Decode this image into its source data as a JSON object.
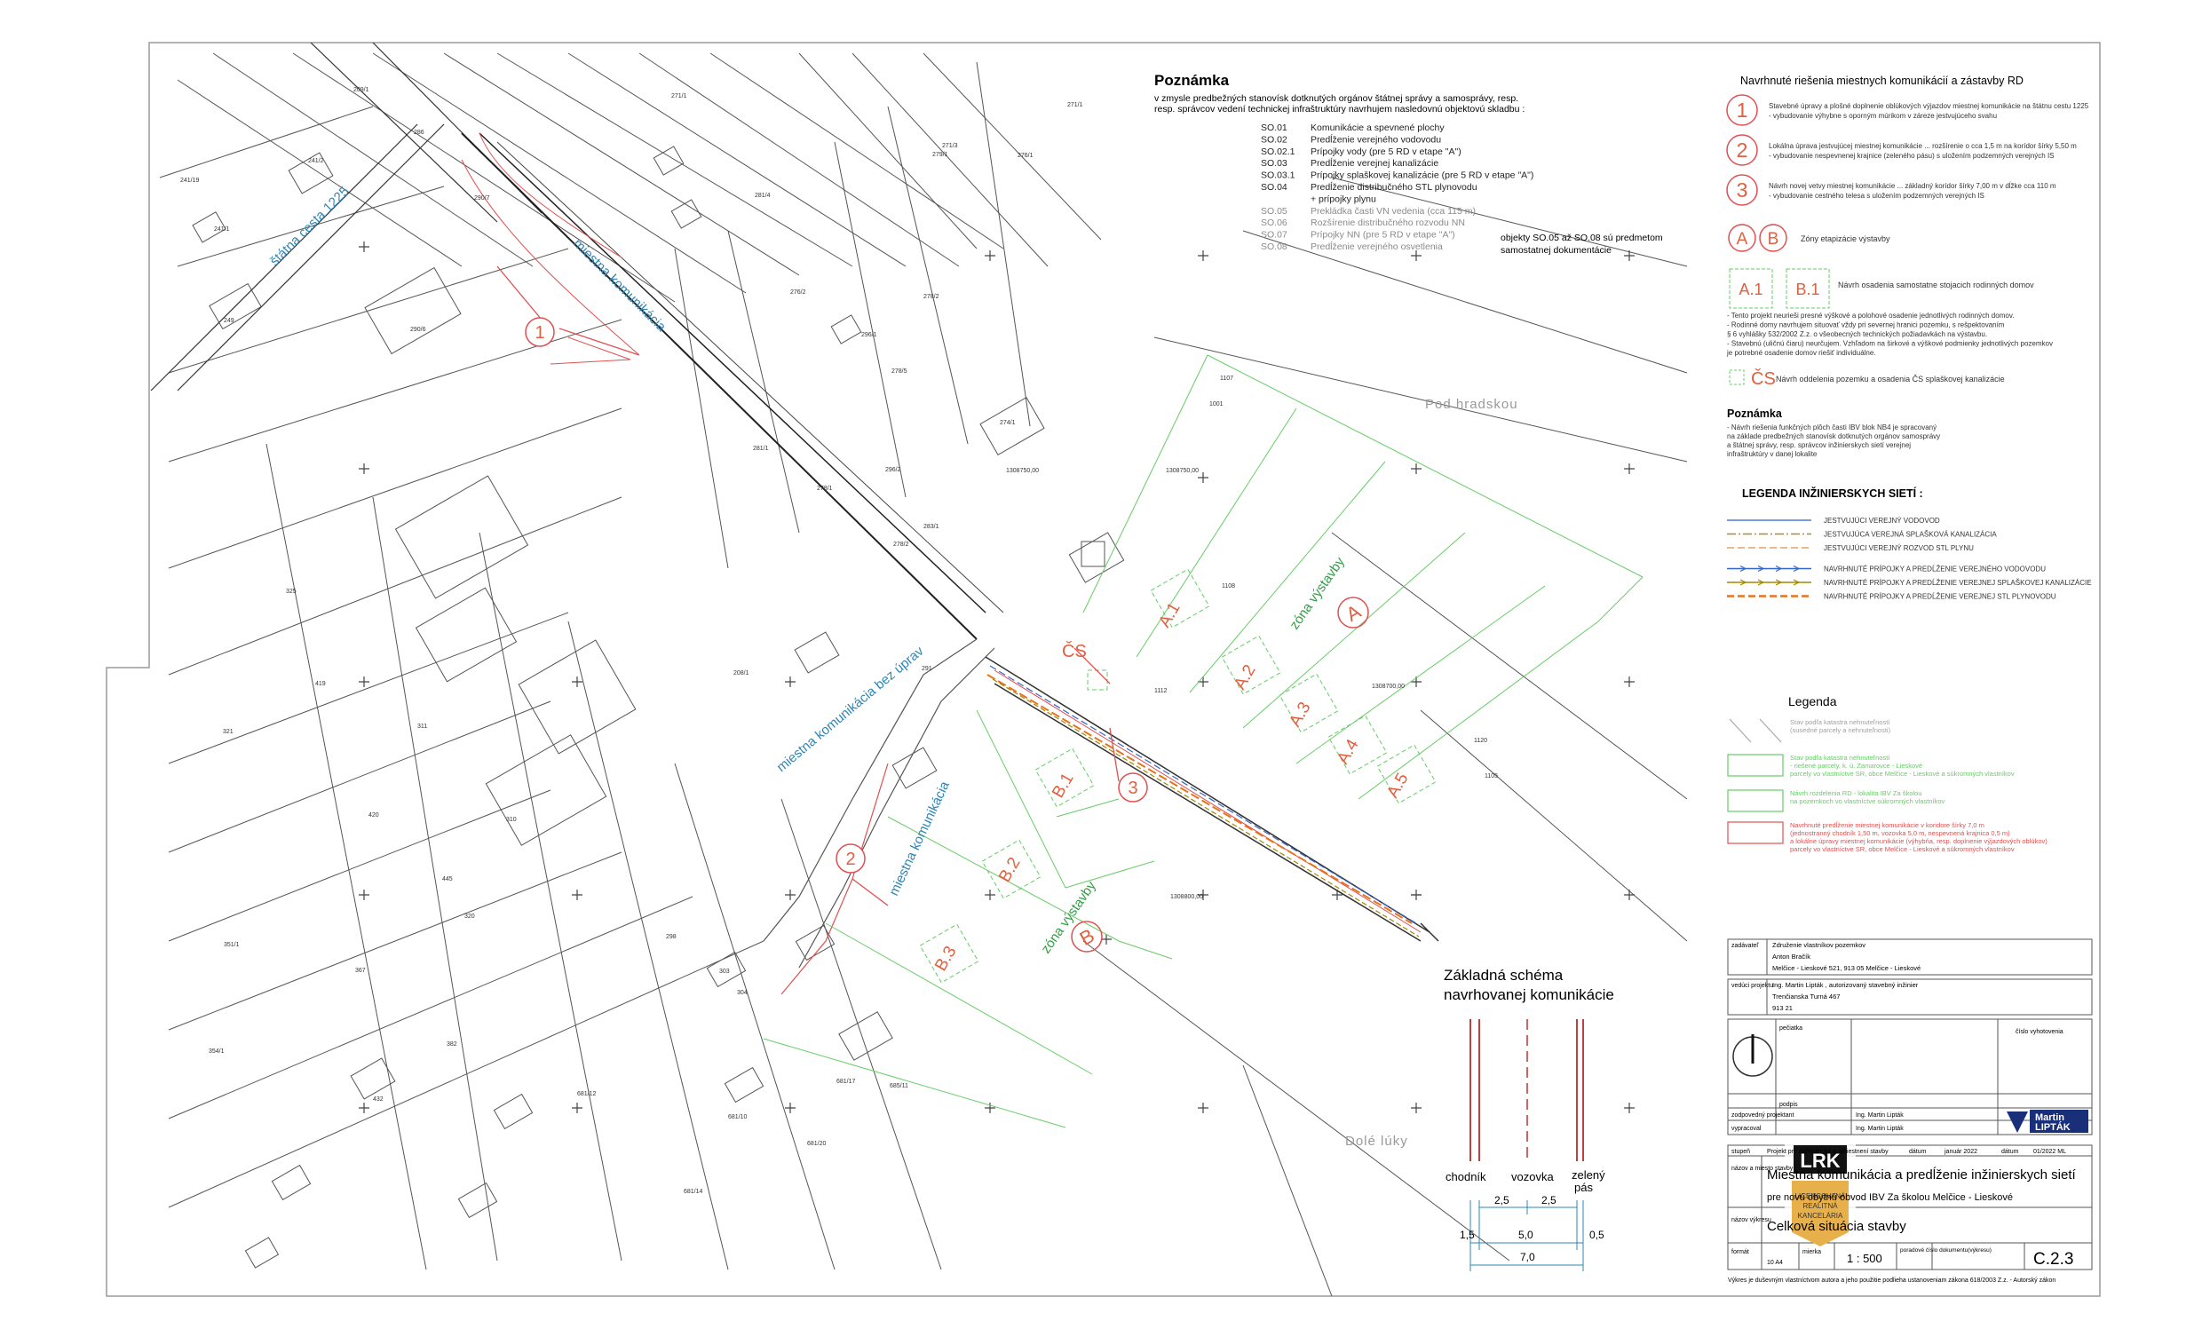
{
  "notes": {
    "title": "Poznámka",
    "intro": [
      "v zmysle predbežných stanovísk dotknutých orgánov štátnej správy a samosprávy, resp.",
      "resp. správcov vedení technickej infraštruktúry navrhujem nasledovnú objektovú skladbu :"
    ],
    "objects": [
      {
        "code": "SO.01",
        "text": "Komunikácie a spevnené plochy",
        "muted": false
      },
      {
        "code": "SO.02",
        "text": "Predĺženie verejného vodovodu",
        "muted": false
      },
      {
        "code": "SO.02.1",
        "text": "Prípojky vody (pre 5 RD v etape \"A\")",
        "muted": false
      },
      {
        "code": "SO.03",
        "text": "Predĺženie verejnej kanalizácie",
        "muted": false
      },
      {
        "code": "SO.03.1",
        "text": "Prípojky splaškovej kanalizácie (pre 5 RD v etape \"A\")",
        "muted": false
      },
      {
        "code": "SO.04",
        "text": "Predĺženie distribučného STL plynovodu",
        "muted": false
      },
      {
        "code": "",
        "text": "+ prípojky plynu",
        "muted": false
      },
      {
        "code": "SO.05",
        "text": "Prekládka časti VN vedenia (cca 115 m)",
        "muted": true
      },
      {
        "code": "SO.06",
        "text": "Rozšírenie distribučného rozvodu NN",
        "muted": true
      },
      {
        "code": "SO.07",
        "text": "Prípojky NN (pre 5 RD v etape \"A\")",
        "muted": true
      },
      {
        "code": "SO.08",
        "text": "Predĺženie verejného osvetlenia",
        "muted": true
      }
    ],
    "side_note": [
      "objekty SO.05 až SO.08 sú predmetom",
      "samostatnej dokumentácie"
    ]
  },
  "right_panel": {
    "title": "Navrhnuté riešenia miestnych komunikácií a zástavby RD",
    "items": [
      {
        "num": "1",
        "lines": [
          "Stavebné úpravy a plošné doplnenie oblúkových výjazdov miestnej komunikácie na štátnu cestu 1225",
          "- vybudovanie výhybne s oporným múrikom v zárezе jestvujúceho svahu"
        ]
      },
      {
        "num": "2",
        "lines": [
          "Lokálna úprava jestvujúcej miestnej komunikácie ... rozšírenie o cca 1,5 m na korídor šírky 5,50 m",
          "- vybudovanie nespevnenej krajnice (zeleného pásu) s uložením podzemných verejných IS"
        ]
      },
      {
        "num": "3",
        "lines": [
          "Návrh novej vetvy miestnej komunikácie ... základný korídor šírky 7,00 m v dĺžke cca 110 m",
          "- vybudovanie cestného telesa s uložením podzemných verejných IS"
        ]
      }
    ],
    "zones_label": "Zóny etapizácie výstavby",
    "zone_letters": [
      "A",
      "B"
    ],
    "lots_label": "Návrh osadenia samostatne stojacich rodinných domov",
    "lot_examples": [
      "A.1",
      "B.1"
    ],
    "bullets": [
      "- Tento projekt neurieši presné výškové a polohové osadenie jednotlivých rodinných domov.",
      "- Rodinné domy navrhujem situovať vždy pri severnej hranici pozemku, s rešpektovaním",
      "  § 6 vyhlášky 532/2002 Z.z. o všeobecných technických požiadavkách na výstavbu.",
      "- Stavebnú (uličnú čiaru) neurčujem. Vzhľadom na širkové a výškové podmienky jednotlivých pozemkov",
      "  je potrebné osadenie domov riešiť individuálne."
    ],
    "cs_label": "ČS",
    "cs_text": "Návrh oddelenia pozemku a osadenia ČS splaškovej kanalizácie",
    "note_title": "Poznámka",
    "note_lines": [
      "- Návrh riešenia funkčných plôch časti IBV blok NB4 je spracovaný",
      "  na základe predbežných stanovísk dotknutých orgánov samosprávy",
      "  a štátnej správy, resp. správcov inžinierskych sietí verejnej",
      "  infraštruktúry v danej lokalite"
    ]
  },
  "network_legend": {
    "title": "LEGENDA INŽINIERSKYCH SIETÍ :",
    "items": [
      {
        "label": "JESTVUJÚCI VEREJNÝ VODOVOD",
        "color": "#4a7fd0",
        "style": "solid"
      },
      {
        "label": "JESTVUJÚCA VEREJNÁ SPLAŠKOVÁ KANALIZÁCIA",
        "color": "#b08a2a",
        "style": "dashdot"
      },
      {
        "label": "JESTVUJÚCI VEREJNÝ ROZVOD STL PLYNU",
        "color": "#e8a060",
        "style": "dash"
      },
      {
        "label": "NAVRHNUTÉ PRÍPOJKY A PREDĹŽENIE VEREJNÉHO VODOVODU",
        "color": "#3366cc",
        "style": "arrow"
      },
      {
        "label": "NAVRHNUTÉ PRÍPOJKY A PREDĹŽENIE VEREJNEJ SPLAŠKOVEJ KANALIZÁCIE",
        "color": "#a08a00",
        "style": "arrow"
      },
      {
        "label": "NAVRHNUTÉ PRÍPOJKY A PREDĹŽENIE VEREJNEJ STL PLYNOVODU",
        "color": "#e8731e",
        "style": "dashbold"
      }
    ]
  },
  "legend": {
    "title": "Legenda",
    "items": [
      {
        "lines": [
          "Stav podľa katastra nehnuteľností",
          "(susedné parcely a nehnuteľnosti)"
        ],
        "color": "#a8a8a8"
      },
      {
        "lines": [
          "Stav podľa katastra nehnuteľností",
          "- riešené parcely, k. ú. Zamarovce - Lieskové",
          "parcely vo vlastníctve SR, obce Melčice - Lieskové a súkromných vlastníkov"
        ],
        "color": "#66cc66"
      },
      {
        "lines": [
          "Návrh rozdelenia RD - lokalita IBV Za školou",
          "na pozemkoch vo vlastníctve súkromných vlastníkov"
        ],
        "color": "#66cc66"
      },
      {
        "lines": [
          "Navrhnuté predĺženie miestnej komunikácie v koridore šírky 7,0 m",
          "(jednostranný chodník 1,50 m, vozovka 5,0 m, nespevnená krajnica 0,5 m)",
          "a lokálne úpravy miestnej komunikácie (výhybňa, resp. doplnenie výjazdových oblúkov)",
          "parcely vo vlastníctve SR, obce Melčice - Lieskové a súkromných vlastníkov"
        ],
        "color": "#e05050"
      }
    ]
  },
  "schema": {
    "title_line1": "Základná schéma",
    "title_line2": "navrhovanej komunikácie",
    "labels": {
      "left": "chodník",
      "center": "vozovka",
      "right_line1": "zelený",
      "right_line2": "pás"
    },
    "dims": {
      "half1": "2,5",
      "half2": "2,5",
      "left": "1,5",
      "road": "5,0",
      "right": "0,5",
      "total": "7,0"
    }
  },
  "map": {
    "road_labels": [
      "štátna cesta 1225",
      "miestna komunikácia",
      "miestna komunikácia bez úprav",
      "miestna komunikácia"
    ],
    "place_names": [
      "Pod hradskou",
      "Dolé lúky"
    ],
    "zone_labels": [
      "zóna výstavby",
      "zóna výstavby"
    ],
    "zones": [
      "A",
      "B"
    ],
    "lots": [
      "A.1",
      "A.2",
      "A.3",
      "A.4",
      "A.5",
      "B.1",
      "B.2",
      "B.3"
    ],
    "markers": [
      "1",
      "2",
      "3"
    ],
    "cs": "ČS",
    "coords": [
      "1308700,00",
      "1308750,00",
      "1308800,00"
    ]
  },
  "title_block": {
    "zadavatel_label": "zadávateľ",
    "zadavatel": [
      "Združenie vlastníkov pozemkov",
      "Anton Bračík",
      "Melčice - Lieskové 521, 913 05 Melčice - Lieskové"
    ],
    "veduci_label": "vedúci projektu",
    "veduci": [
      "Ing. Martin Lipták , autorizovaný stavebný inžinier",
      "Trenčianska Turná 467",
      "913 21"
    ],
    "peciatka_label": "pečiatka",
    "podpis_label": "podpis",
    "cislo_label": "číslo vyhotovenia",
    "zodpovedny_label": "zodpovedný projektant",
    "zodpovedny": "Ing. Martin Lipták",
    "vypracoval_label": "vypracoval",
    "vypracoval": "Ing. Martin Lipták",
    "logo_name": "Martin",
    "logo_name2": "LIPTÁK",
    "stage_label": "stupeň",
    "stage": "Projekt pre rozhodnutie o umiestnení stavby",
    "date_label": "dátum",
    "date": "január 2022",
    "date_label2": "dátum",
    "date2": "01/2022 ML",
    "stavba_label": "názov a miesto stavby",
    "stavba_line1": "Miestna komunikácia a predĺženie inžinierskych sietí",
    "stavba_line2": "pre novú obytnú obvod IBV Za školou Melčice - Lieskové",
    "vykres_label": "názov výkresu",
    "vykres": "Celková situácia stavby",
    "format_label": "formát",
    "format": "10 A4",
    "mierka_label": "mierka",
    "mierka": "1 : 500",
    "poradove_label": "poradové číslo dokumentu(výkresu)",
    "doc_number": "C.2.3",
    "stamp": [
      "LRK",
      "LICENCOVANÁ",
      "REALITNÁ",
      "KANCELÁRIA"
    ],
    "footer": "Výkres je duševným vlastníctvom autora a jeho použitie podlieha ustanoveniam zákona 618/2003 Z.z. - Autorský zákon"
  },
  "parcel_numbers": [
    "209/1",
    "241/19",
    "241/1",
    "241/2",
    "249",
    "290/6",
    "286",
    "290/7",
    "271/1",
    "281/4",
    "279/1",
    "276/1",
    "276/2",
    "278/2",
    "271/1",
    "271/3",
    "274/1",
    "296/1",
    "281/1",
    "278/5",
    "296/2",
    "278/1",
    "278/2",
    "283/1",
    "291",
    "325",
    "208/1",
    "298",
    "303",
    "304",
    "310",
    "311",
    "320",
    "321",
    "351/1",
    "354/1",
    "367",
    "382",
    "419",
    "420",
    "432",
    "445",
    "681/12",
    "681/10",
    "681/14",
    "681/17",
    "681/20",
    "685/11",
    "1001",
    "1105",
    "1107",
    "1108",
    "1112",
    "1120"
  ]
}
